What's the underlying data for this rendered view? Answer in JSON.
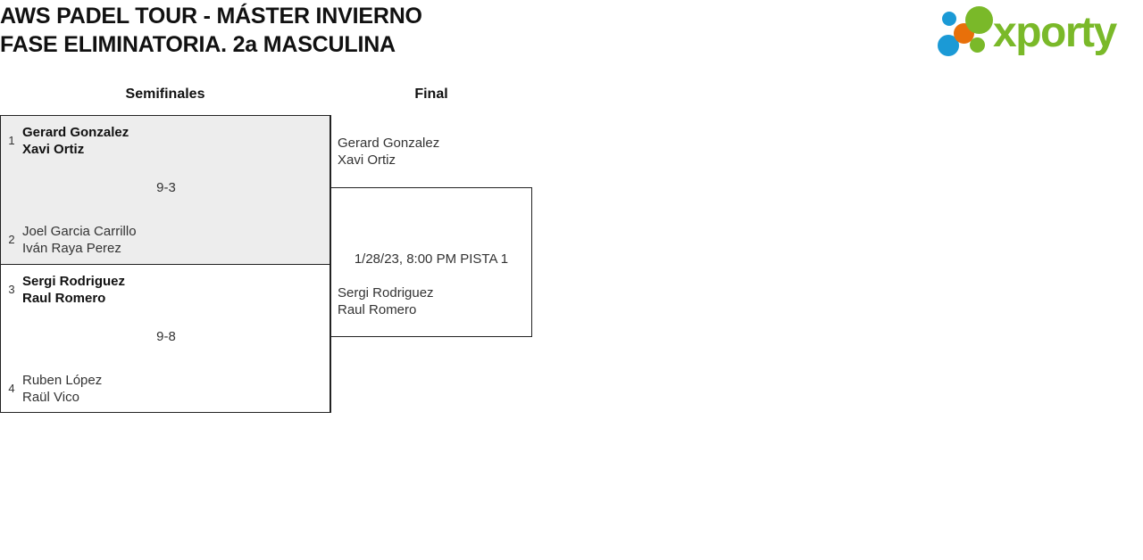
{
  "header": {
    "title_line1": "AWS PADEL TOUR - MÁSTER INVIERNO",
    "title_line2": "FASE ELIMINATORIA. 2a MASCULINA"
  },
  "logo": {
    "text": "xporty",
    "colors": {
      "green": "#7AB929",
      "blue": "#1B9AD6",
      "orange": "#E8700A"
    }
  },
  "bracket": {
    "rounds": [
      {
        "key": "semifinals",
        "label": "Semifinales"
      },
      {
        "key": "final",
        "label": "Final"
      }
    ],
    "semifinals": [
      {
        "shaded": true,
        "score": "9-3",
        "top": {
          "seed": "1",
          "player1": "Gerard Gonzalez",
          "player2": "Xavi Ortiz",
          "winner": true
        },
        "bottom": {
          "seed": "2",
          "player1": "Joel Garcia Carrillo",
          "player2": "Iván Raya Perez",
          "winner": false
        }
      },
      {
        "shaded": false,
        "score": "9-8",
        "top": {
          "seed": "3",
          "player1": "Sergi Rodriguez",
          "player2": "Raul Romero",
          "winner": true
        },
        "bottom": {
          "seed": "4",
          "player1": "Ruben López",
          "player2": "Raül Vico",
          "winner": false
        }
      }
    ],
    "final": {
      "meta": "1/28/23, 8:00 PM PISTA 1",
      "top": {
        "player1": "Gerard Gonzalez",
        "player2": "Xavi Ortiz"
      },
      "bottom": {
        "player1": "Sergi Rodriguez",
        "player2": "Raul Romero"
      }
    }
  }
}
